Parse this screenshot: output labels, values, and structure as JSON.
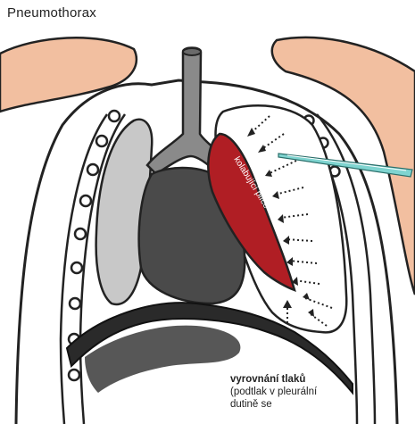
{
  "title": "Pneumothorax",
  "lung_label": "kolabující plíce",
  "caption": {
    "heading": "vyrovnání tlaků",
    "line1": "(podtlak v pleurální",
    "line2": "dutině se"
  },
  "colors": {
    "skin": "#f2bfa0",
    "collapsed_lung": "#b01e24",
    "healthy_lung": "#c8c8c8",
    "heart": "#4a4a4a",
    "trachea": "#8a8a8a",
    "diaphragm": "#2a2a2a",
    "needle": "#7fd4d0"
  }
}
